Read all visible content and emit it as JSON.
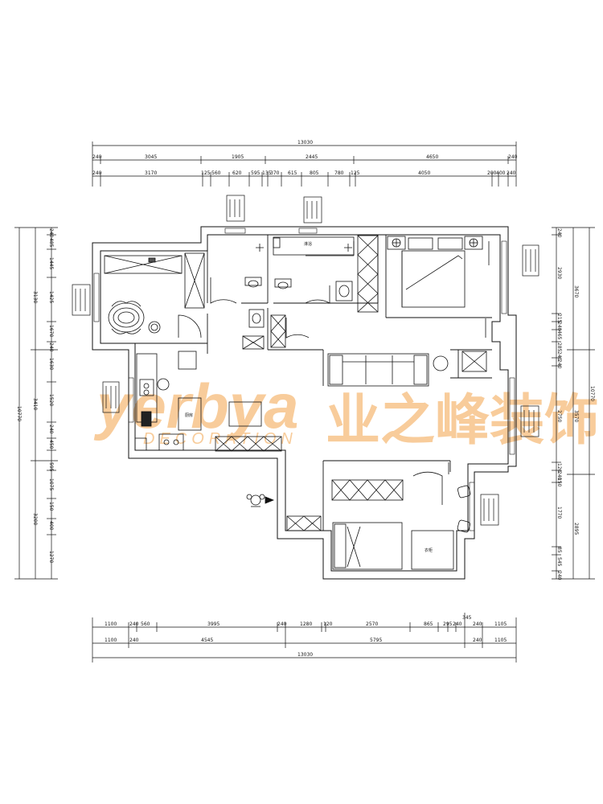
{
  "dimensions": {
    "top_total": "13030",
    "top_row1": [
      "240",
      "3045",
      "1905",
      "2445",
      "4650",
      "240"
    ],
    "top_row2": [
      "240",
      "3170",
      "125",
      "560",
      "620",
      "595",
      "135",
      "370",
      "615",
      "805",
      "780",
      "125",
      "4050",
      "200",
      "400",
      "240"
    ],
    "bottom_row1": [
      "1100",
      "240",
      "560",
      "3995",
      "240",
      "1280",
      "120",
      "2570",
      "865",
      "295",
      "240",
      "240",
      "1105"
    ],
    "bottom_row2": [
      "1100",
      "240",
      "4545",
      "5795",
      "240",
      "1105"
    ],
    "bottom_total": "13030",
    "bottom_small": "345",
    "left_total": "10770",
    "left_row1": [
      "240",
      "485",
      "1445",
      "1425",
      "1670",
      "240",
      "1630",
      "1520",
      "240",
      "450",
      "595",
      "1075",
      "150",
      "400",
      "1270"
    ],
    "left_row2": [
      "3130",
      "3410",
      "3200"
    ],
    "right_total": "10770",
    "right_row1": [
      "240",
      "2930",
      "215",
      "240",
      "465",
      "285",
      "240",
      "240",
      "2750",
      "120",
      "240",
      "150",
      "1770",
      "85",
      "545",
      "240"
    ],
    "right_row2": [
      "3670",
      "3570",
      "2895"
    ]
  },
  "room_labels": {
    "closet_label": "衣柜",
    "bedroom2_label": "衣柜",
    "kitchen_label": "厨房",
    "shower_label": "淋浴"
  },
  "watermark": {
    "brand_en": "yerbya",
    "brand_cn": "业之峰装饰",
    "sub_en": "DECORATION",
    "color": "#f7c48a"
  },
  "colors": {
    "line": "#111111",
    "background": "#ffffff"
  }
}
